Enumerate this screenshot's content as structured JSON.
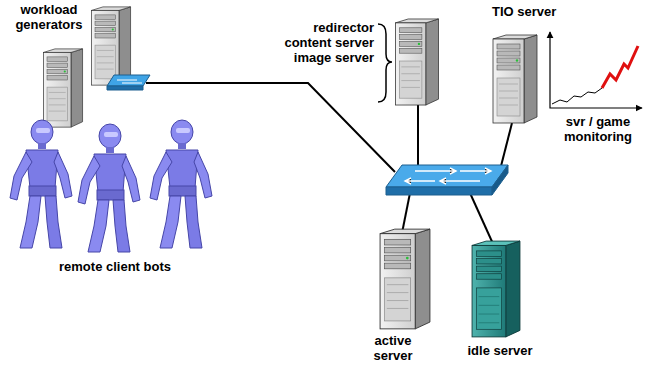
{
  "diagram": {
    "nodes": [
      {
        "text": [
          "workload generators"
        ]
      },
      {
        "text": [
          "redirector content server image server"
        ]
      },
      {
        "text": [
          "TIO server"
        ]
      },
      {
        "text": [
          "active server"
        ]
      },
      {
        "text": [
          "idle server"
        ]
      }
    ],
    "labels": [
      "remote client bots",
      "svr / game monitoring"
    ]
  }
}
